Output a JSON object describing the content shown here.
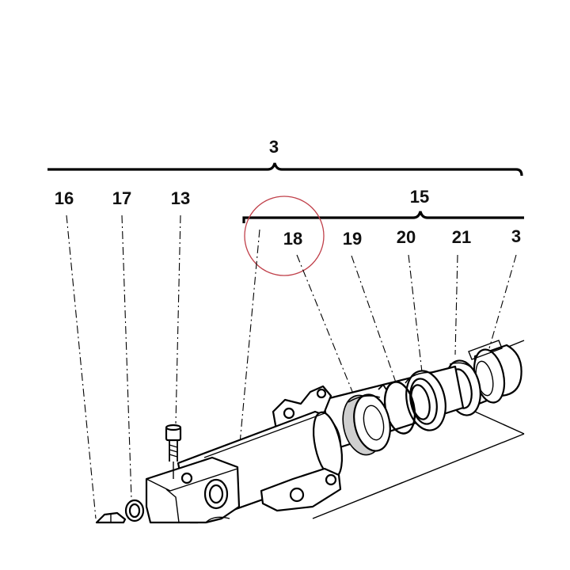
{
  "diagram": {
    "groups": {
      "assembly": {
        "label": "3"
      },
      "subassembly": {
        "label": "15"
      }
    },
    "callouts": [
      {
        "id": "16",
        "label": "16"
      },
      {
        "id": "17",
        "label": "17"
      },
      {
        "id": "13",
        "label": "13"
      },
      {
        "id": "18",
        "label": "18"
      },
      {
        "id": "19",
        "label": "19"
      },
      {
        "id": "20",
        "label": "20"
      },
      {
        "id": "21",
        "label": "21"
      },
      {
        "id": "3b",
        "label": "3"
      }
    ],
    "highlight": {
      "color": "#c0404a",
      "target": "18"
    }
  }
}
